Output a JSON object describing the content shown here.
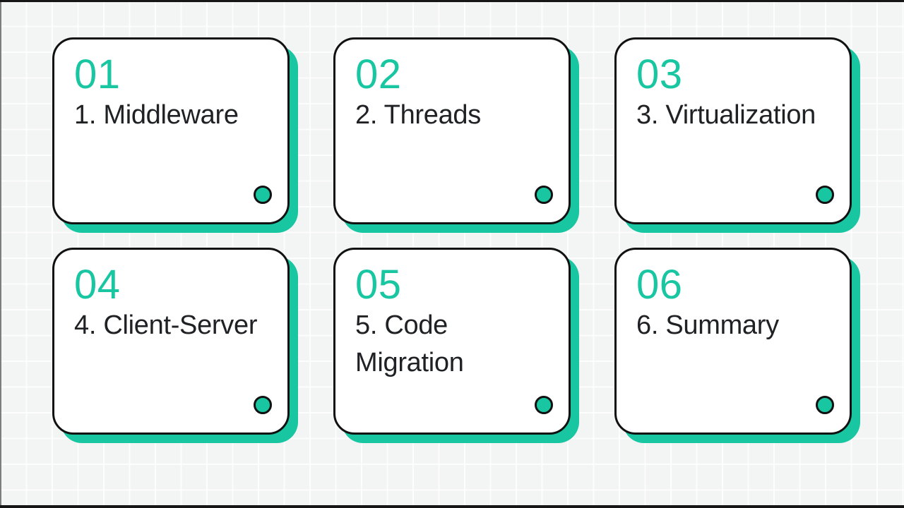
{
  "theme": {
    "accent": "#19C6A2",
    "ink": "#111111",
    "title_color": "#202124",
    "background": "#F3F4F4",
    "card_background": "#FFFFFF"
  },
  "cards": [
    {
      "number": "01",
      "title": "1. Middleware"
    },
    {
      "number": "02",
      "title": "2. Threads"
    },
    {
      "number": "03",
      "title": "3. Virtualization"
    },
    {
      "number": "04",
      "title": "4. Client-Server"
    },
    {
      "number": "05",
      "title": "5. Code Migration"
    },
    {
      "number": "06",
      "title": "6. Summary"
    }
  ]
}
